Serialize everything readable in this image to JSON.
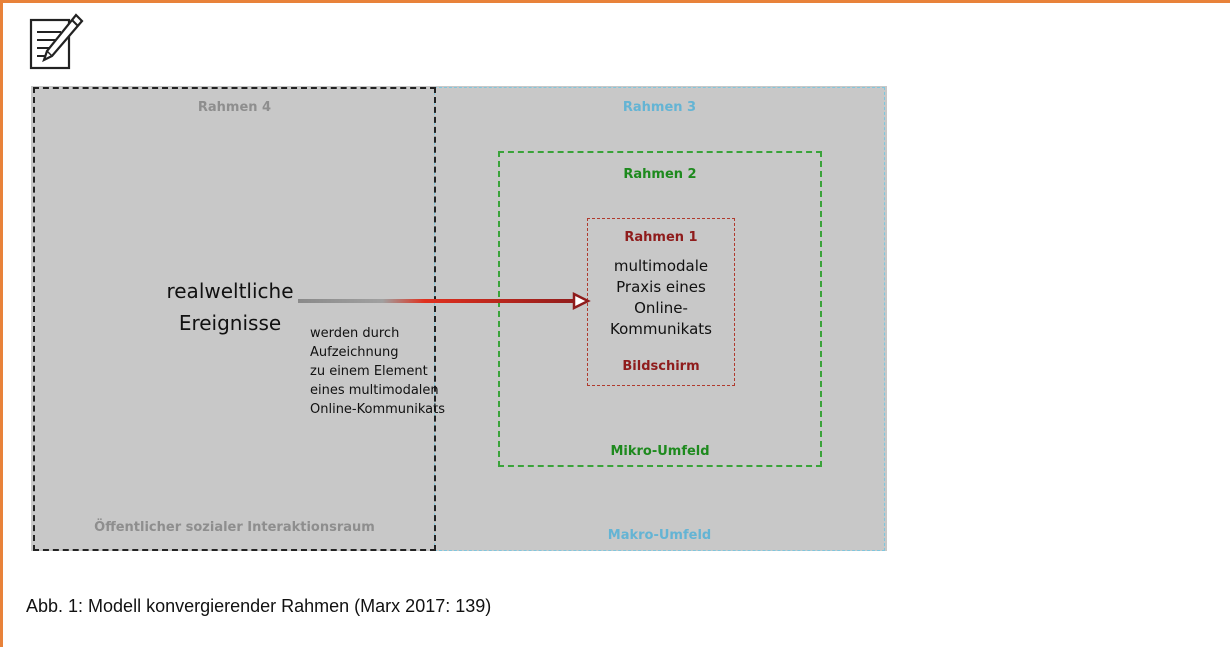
{
  "diagram": {
    "rahmen4": {
      "title": "Rahmen 4",
      "bottom": "Öffentlicher sozialer Interaktionsraum"
    },
    "rahmen3": {
      "title": "Rahmen 3",
      "bottom": "Makro-Umfeld"
    },
    "rahmen2": {
      "title": "Rahmen 2",
      "bottom": "Mikro-Umfeld"
    },
    "rahmen1": {
      "title": "Rahmen 1",
      "lines": [
        "multimodale",
        "Praxis eines",
        "Online-",
        "Kommunikats"
      ],
      "bottom": "Bildschirm"
    },
    "events": {
      "lines": [
        "realweltliche",
        "Ereignisse"
      ]
    },
    "arrow_text": {
      "lines": [
        "werden durch",
        "Aufzeichnung",
        "zu einem Element",
        "eines multimodalen",
        "Online-Kommunikats"
      ]
    }
  },
  "caption": "Abb. 1: Modell konvergierender Rahmen (Marx 2017: 139)",
  "colors": {
    "accent_border": "#e8823a",
    "rahmen4": "#222222",
    "rahmen3": "#64b4d4",
    "rahmen2": "#1e8a1e",
    "rahmen1": "#8f1c1c",
    "diagram_background": "#c8c8c8"
  },
  "icons": {
    "note": "note-pencil-icon"
  }
}
